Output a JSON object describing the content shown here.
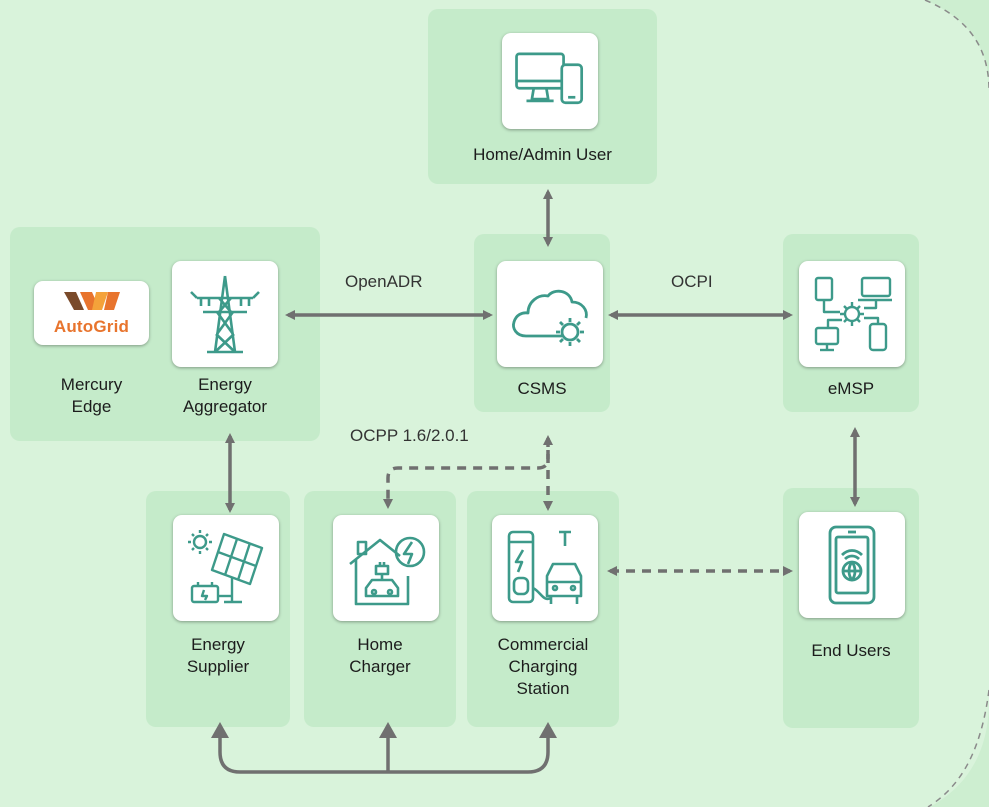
{
  "nodes": {
    "home_admin_user": {
      "label": "Home/Admin User",
      "icon": "devices-icon"
    },
    "mercury_edge": {
      "label": "Mercury\nEdge",
      "logo_text": "AutoGrid",
      "icon": "autogrid-logo-icon"
    },
    "energy_aggregator": {
      "label": "Energy\nAggregator",
      "icon": "transmission-tower-icon"
    },
    "csms": {
      "label": "CSMS",
      "icon": "cloud-gear-icon"
    },
    "emsp": {
      "label": "eMSP",
      "icon": "network-devices-icon"
    },
    "energy_supplier": {
      "label": "Energy\nSupplier",
      "icon": "solar-panel-icon"
    },
    "home_charger": {
      "label": "Home\nCharger",
      "icon": "home-charger-icon"
    },
    "commercial_charging_station": {
      "label": "Commercial\nCharging\nStation",
      "icon": "charging-station-icon"
    },
    "end_users": {
      "label": "End Users",
      "icon": "smartphone-icon"
    }
  },
  "edges": {
    "openadr": "OpenADR",
    "ocpi": "OCPI",
    "ocpp": "OCPP 1.6/2.0.1"
  },
  "colors": {
    "background": "#cdeed0",
    "panel": "#bee8c4",
    "icon_stroke": "#3d9a8a",
    "arrow": "#707070",
    "logo_orange": "#e8742d"
  }
}
